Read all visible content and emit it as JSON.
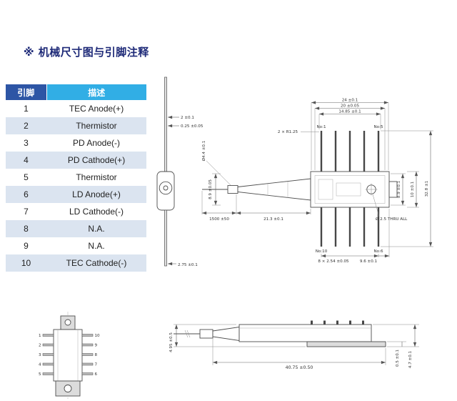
{
  "page": {
    "title": "※ 机械尺寸图与引脚注释"
  },
  "pin_table": {
    "headers": [
      "引脚",
      "描述"
    ],
    "rows": [
      {
        "pin": "1",
        "desc": "TEC Anode(+)"
      },
      {
        "pin": "2",
        "desc": "Thermistor"
      },
      {
        "pin": "3",
        "desc": "PD Anode(-)"
      },
      {
        "pin": "4",
        "desc": "PD Cathode(+)"
      },
      {
        "pin": "5",
        "desc": "Thermistor"
      },
      {
        "pin": "6",
        "desc": "LD Anode(+)"
      },
      {
        "pin": "7",
        "desc": "LD Cathode(-)"
      },
      {
        "pin": "8",
        "desc": "N.A."
      },
      {
        "pin": "9",
        "desc": "N.A."
      },
      {
        "pin": "10",
        "desc": "TEC Cathode(-)"
      }
    ]
  },
  "drawings": {
    "side_view": {
      "lead_width": "2 ±0.1",
      "lead_thickness": "0.25 ±0.05",
      "lead_offset": "2.75 ±0.1"
    },
    "top_view": {
      "width_outer": "24 ±0.1",
      "width_mid": "20 ±0.05",
      "width_inner": "14.85 ±0.1",
      "pin1": "No:1",
      "pin5": "No:5",
      "pin10": "No:10",
      "pin6": "No:6",
      "bend_radius": "2 × R1.25",
      "boot_dia": "Ø4.4 ±0.1",
      "fiber_height": "8.9 ±0.05",
      "fiber_length": "1500 ±50",
      "body_length": "21.3 ±0.1",
      "pin_pitch": "8 × 2.54 ±0.05",
      "pin_row_width": "9.6 ±0.1",
      "hole_note": "Ø 2.5 THRU ALL",
      "body_width": "8.9 ±0.1",
      "flange_width": "10 ±0.1",
      "overall_width": "32.8 ±1"
    },
    "bottom_view": {
      "left_pins": [
        "1",
        "2",
        "3",
        "4",
        "5"
      ],
      "right_pins": [
        "10",
        "9",
        "8",
        "7",
        "6"
      ]
    },
    "profile_view": {
      "length": "40.75 ±0.50",
      "height": "4.95 ±0.5",
      "base_thickness": "0.5 ±0.1",
      "body_height": "4.7 ±0.1"
    }
  }
}
